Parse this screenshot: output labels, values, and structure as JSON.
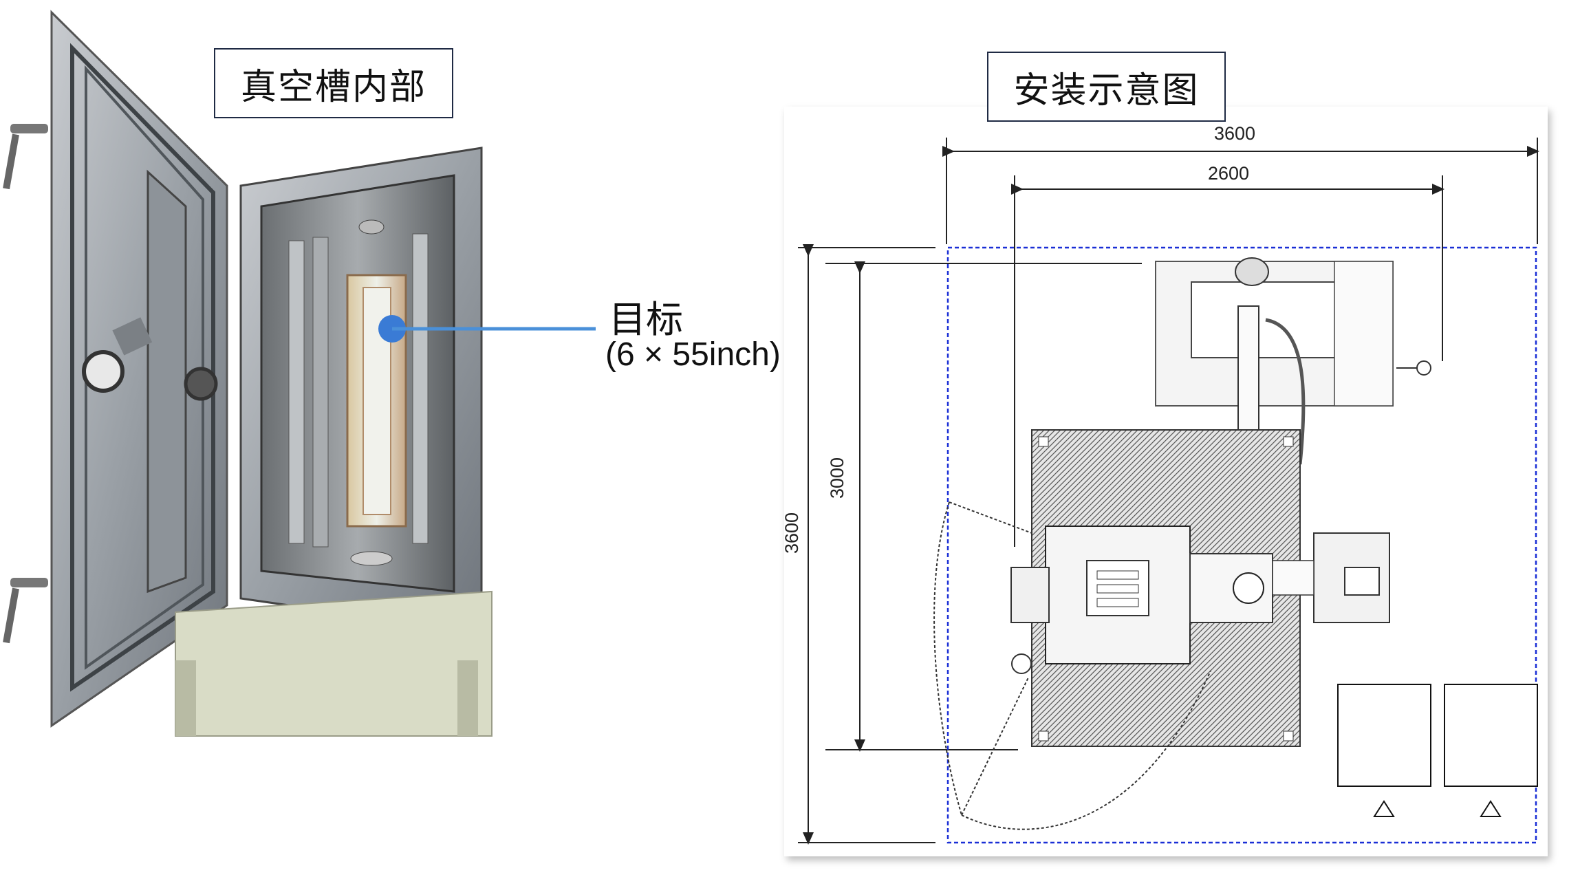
{
  "left_label": "真空槽内部",
  "right_label": "安装示意图",
  "annotation": {
    "title": "目标",
    "subtitle": "(6 × 55inch)"
  },
  "dimensions": {
    "top_outer": "3600",
    "top_inner": "2600",
    "left_outer": "3600",
    "left_inner": "3000"
  },
  "colors": {
    "callout_line": "#4a90d9",
    "boundary": "#1a2fd6",
    "frame": "#8a8f96",
    "platform": "#d9dcc6"
  }
}
